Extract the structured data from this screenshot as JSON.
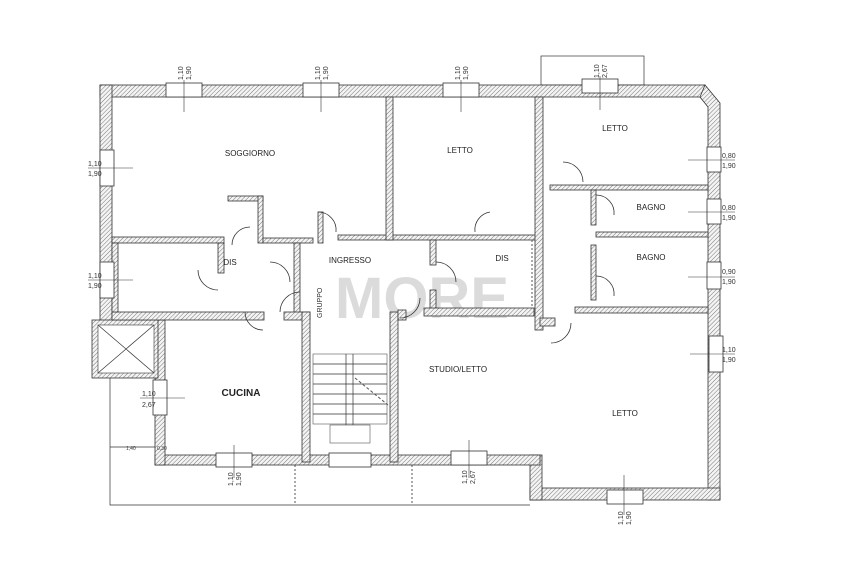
{
  "rooms": {
    "soggiorno": "SOGGIORNO",
    "letto_center": "LETTO",
    "letto_ne": "LETTO",
    "bagno_1": "BAGNO",
    "bagno_2": "BAGNO",
    "dis_left": "DIS",
    "ingresso": "INGRESSO",
    "dis_right": "DIS",
    "cucina": "CUCINA",
    "studio_letto": "STUDIO/LETTO",
    "letto_se": "LETTO"
  },
  "windows": {
    "top_1": [
      "1,10",
      "1,90"
    ],
    "top_2": [
      "1,10",
      "1,90"
    ],
    "top_3": [
      "1,10",
      "1,90"
    ],
    "top_4": [
      "1,10",
      "2,67"
    ],
    "left_1": [
      "1,10",
      "1,90"
    ],
    "left_2": [
      "1,10",
      "1,90"
    ],
    "cucina_side": [
      "1,10",
      "2,67"
    ],
    "right_1": [
      "0,80",
      "1,90"
    ],
    "right_2": [
      "0,80",
      "1,90"
    ],
    "right_3": [
      "0,90",
      "1,90"
    ],
    "right_4": [
      "1,10",
      "1,90"
    ],
    "bottom_cucina": [
      "1,10",
      "1,90"
    ],
    "bottom_studio": [
      "1,10",
      "2,67"
    ],
    "bottom_letto": [
      "1,10",
      "1,90"
    ]
  },
  "dimensions": {
    "terrace_width": "1,40",
    "wall": "0,30"
  },
  "watermark": {
    "brand": "MORE",
    "prefix": "GRUPPO"
  }
}
